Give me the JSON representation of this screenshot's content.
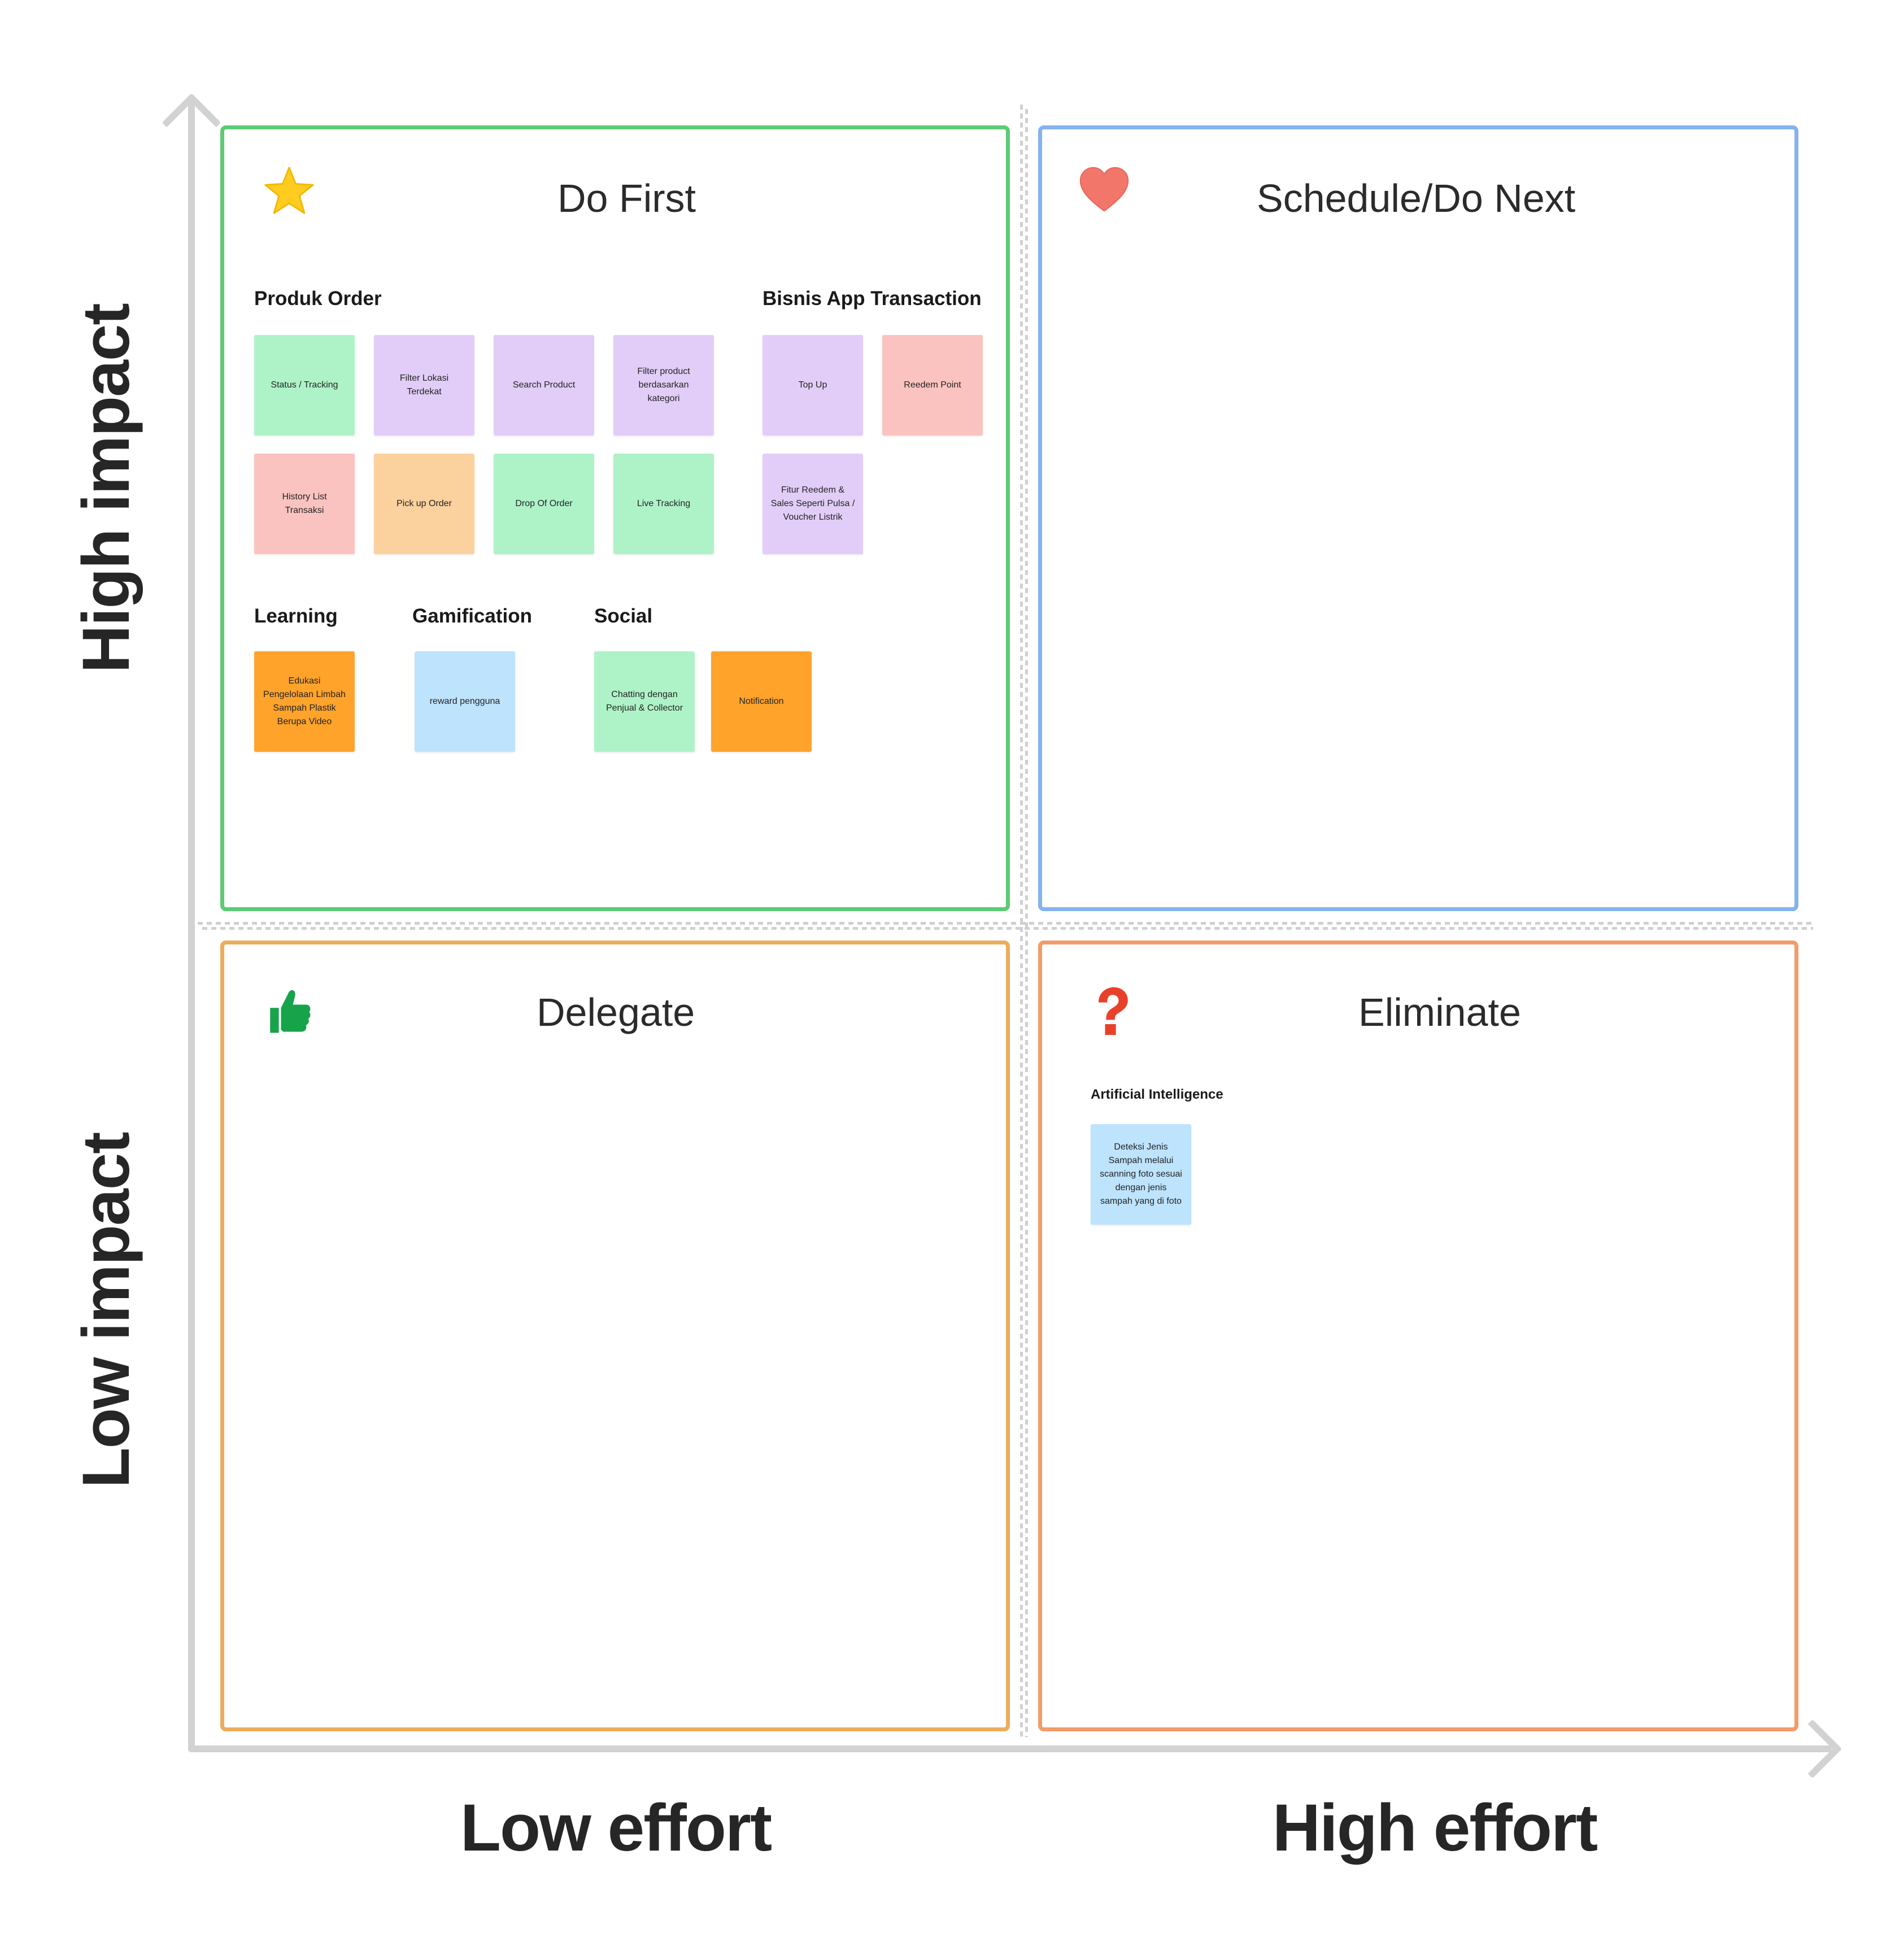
{
  "axes": {
    "y_top_label": "High impact",
    "y_bottom_label": "Low impact",
    "x_left_label": "Low effort",
    "x_right_label": "High effort"
  },
  "colors": {
    "do_first_border": "#5ccb74",
    "schedule_border": "#84b3ee",
    "delegate_border": "#ecad5b",
    "eliminate_border": "#f39b6b",
    "sticky_green": "#aef3c8",
    "sticky_purple": "#e2cdf8",
    "sticky_pink": "#fbc3c0",
    "sticky_peach": "#fbd19e",
    "sticky_orange": "#ffa32b",
    "sticky_blue": "#bde3fd"
  },
  "quadrants": {
    "do_first": {
      "title": "Do First",
      "icon": "star-icon",
      "groups": {
        "produk_order": {
          "title": "Produk Order",
          "stickies": [
            "Status / Tracking",
            "Filter Lokasi Terdekat",
            "Search Product",
            "Filter product berdasarkan kategori",
            "History List Transaksi",
            "Pick up Order",
            "Drop Of Order",
            "Live Tracking"
          ]
        },
        "bisnis_app": {
          "title": "Bisnis App Transaction",
          "stickies": [
            "Top Up",
            "Reedem Point",
            "Fitur Reedem & Sales Seperti Pulsa / Voucher Listrik"
          ]
        },
        "learning": {
          "title": "Learning",
          "stickies": [
            "Edukasi Pengelolaan Limbah Sampah Plastik Berupa Video"
          ]
        },
        "gamification": {
          "title": "Gamification",
          "stickies": [
            "reward pengguna"
          ]
        },
        "social": {
          "title": "Social",
          "stickies": [
            "Chatting dengan Penjual & Collector",
            "Notification"
          ]
        }
      }
    },
    "schedule": {
      "title": "Schedule/Do Next",
      "icon": "heart-icon"
    },
    "delegate": {
      "title": "Delegate",
      "icon": "thumbs-up-icon"
    },
    "eliminate": {
      "title": "Eliminate",
      "icon": "question-mark-icon",
      "groups": {
        "ai": {
          "title": "Artificial Intelligence",
          "stickies": [
            "Deteksi Jenis Sampah melalui scanning foto sesuai dengan jenis sampah yang di foto"
          ]
        }
      }
    }
  }
}
